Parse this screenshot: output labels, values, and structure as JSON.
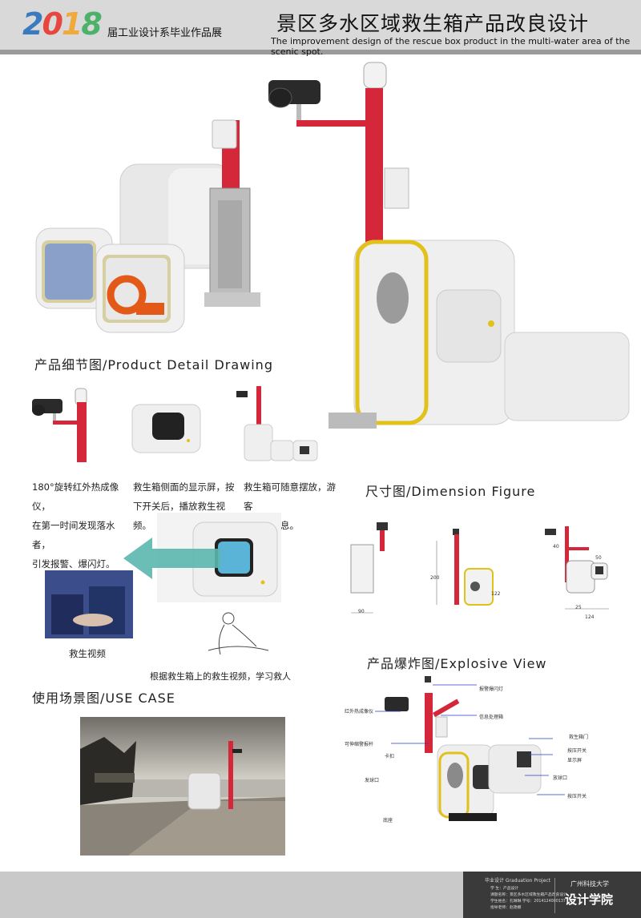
{
  "header": {
    "logo_year": "2018",
    "exhibit_label": "届工业设计系毕业作品展",
    "title_cn": "景区多水区域救生箱产品改良设计",
    "title_en": "The improvement design of the rescue box product in the multi-water area of the scenic spot."
  },
  "sections": {
    "detail": "产品细节图/Product Detail Drawing",
    "dimension": "尺寸图/Dimension Figure",
    "explosive": "产品爆炸图/Explosive View",
    "use_case": "使用场景图/USE   CASE"
  },
  "details": {
    "cap1": [
      "180°旋转红外热成像仪，",
      "在第一时间发现落水者，",
      "引发报警、爆闪灯。"
    ],
    "cap2": [
      "救生箱侧面的显示屏，按",
      "下开关后，播放救生视频。"
    ],
    "cap3": [
      "救生箱可随意摆放，游客",
      "可短暂休息。"
    ]
  },
  "use": {
    "video_label": "救生视频",
    "learn_label": "根据救生箱上的救生视频，学习救人"
  },
  "dimension_notes": {
    "d1": "90",
    "d2": "200",
    "d3": "122",
    "d4": "40",
    "d5": "50",
    "d6": "25",
    "d7": "124"
  },
  "explode_labels": {
    "l1": "报警爆闪灯",
    "l2": "红外热成像仪",
    "l3": "信息处理箱",
    "l4": "可伸缩警报杆",
    "l5": "卡扣",
    "l6": "发球口",
    "l7": "底座",
    "r1": "救生箱门",
    "r2": "按压开关",
    "r3": "显示屏",
    "r4": "放球口",
    "r5": "按压开关"
  },
  "footer": {
    "project_title": "毕业设计 Graduation Project",
    "line1": "学 生：产品设计",
    "line2": "课题名称：景区多水区域救生箱产品改良设计",
    "line3": "学生姓名：孔琳琳        学号：2014124080137",
    "line4": "指导老师：赵艳娜",
    "brand": "设计学院",
    "brand_small": "广州科技大学"
  },
  "colors": {
    "accent_red": "#d4283a",
    "accent_yellow": "#e2c21a",
    "header_gray": "#d9d9d9",
    "arrow_teal": "#5ab7ae"
  }
}
